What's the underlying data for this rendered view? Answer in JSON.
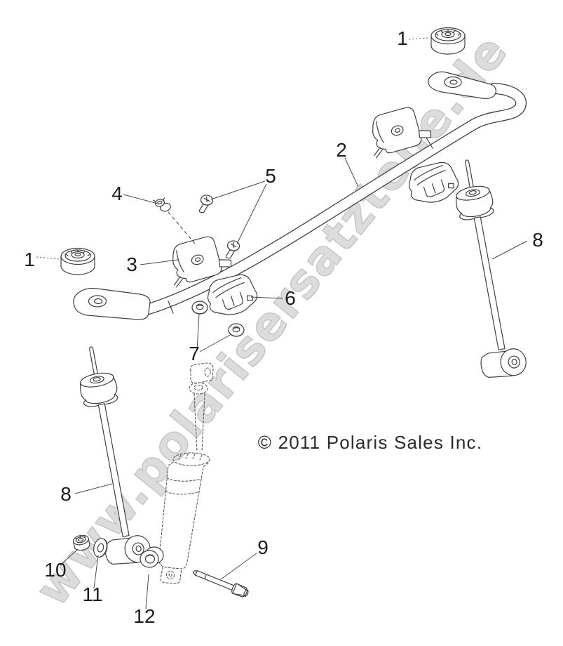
{
  "diagram": {
    "watermark": "www.polarisersatzteile.de",
    "copyright": "© 2011 Polaris Sales Inc.",
    "callouts": {
      "c1": "1",
      "c2": "2",
      "c3": "3",
      "c4": "4",
      "c5": "5",
      "c6": "6",
      "c7": "7",
      "c8": "8",
      "c9": "9",
      "c10": "10",
      "c11": "11",
      "c12": "12"
    },
    "colors": {
      "line": "#3f3f3f",
      "watermark_fill": "#dcdcdc",
      "watermark_outline": "#c6c6c6",
      "background": "#ffffff"
    }
  }
}
